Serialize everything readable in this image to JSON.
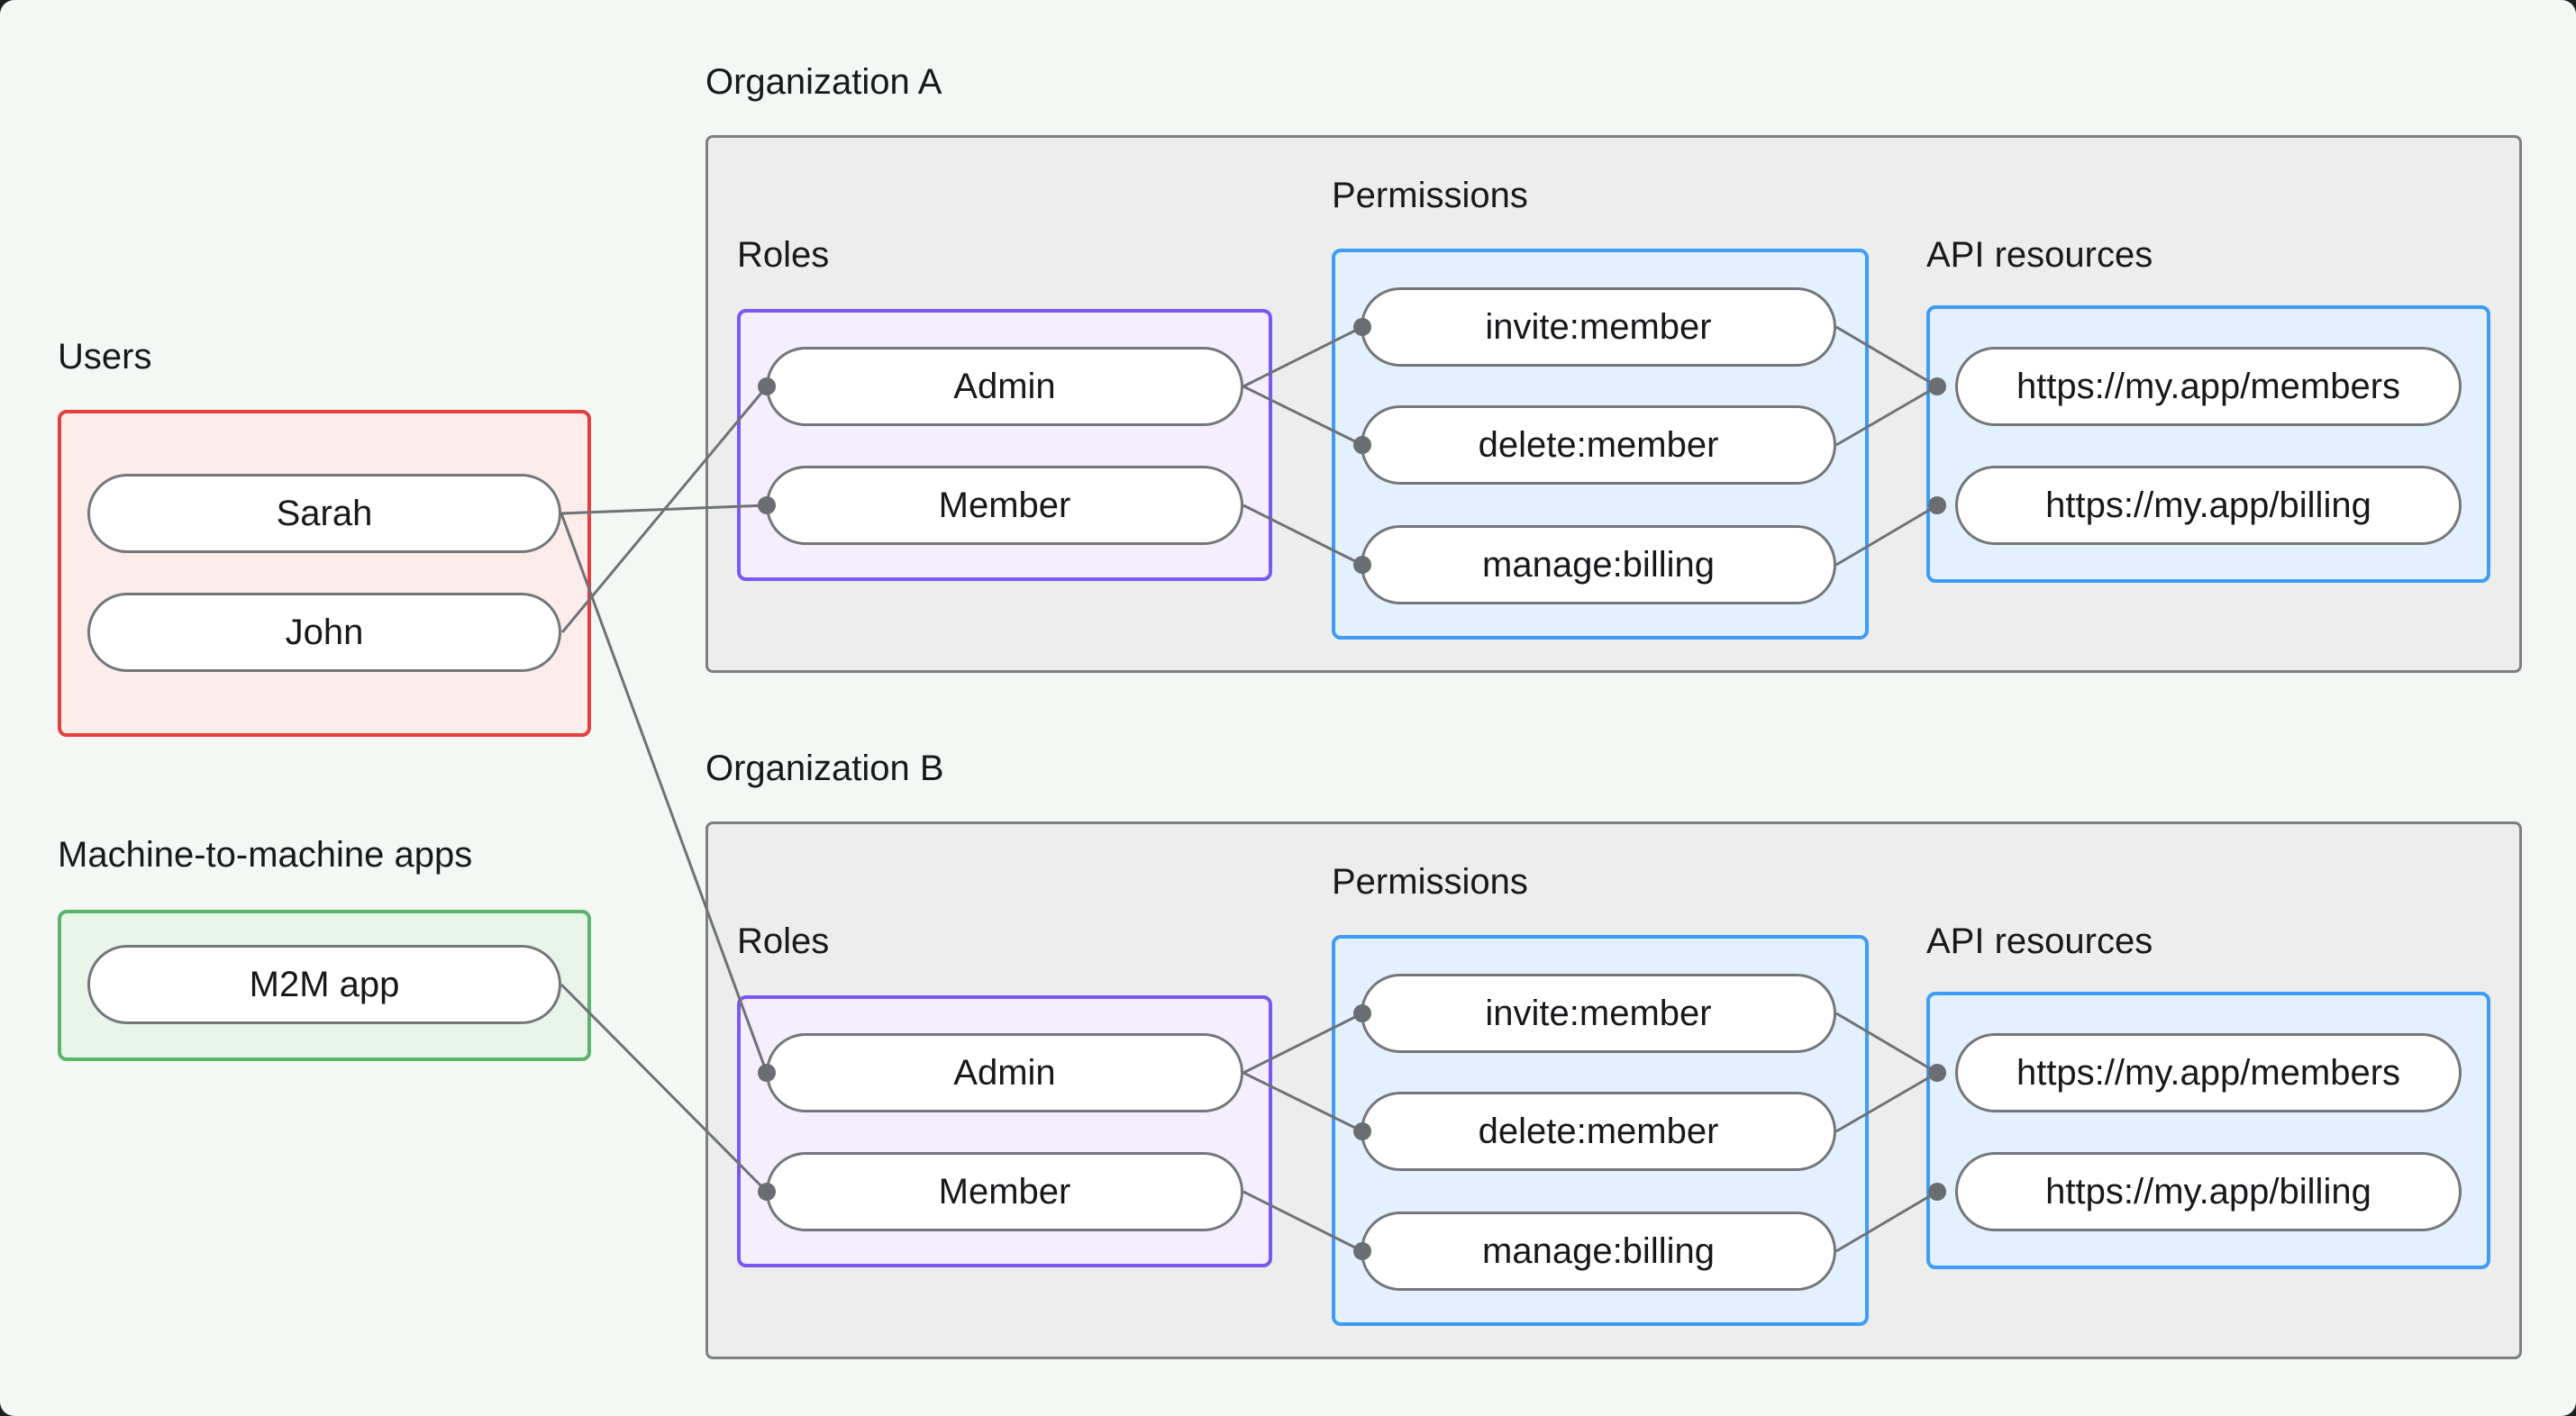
{
  "users": {
    "label": "Users",
    "items": [
      "Sarah",
      "John"
    ]
  },
  "m2m": {
    "label": "Machine-to-machine apps",
    "items": [
      "M2M app"
    ]
  },
  "org_a": {
    "label": "Organization A",
    "roles": {
      "label": "Roles",
      "items": [
        "Admin",
        "Member"
      ]
    },
    "permissions": {
      "label": "Permissions",
      "items": [
        "invite:member",
        "delete:member",
        "manage:billing"
      ]
    },
    "api_resources": {
      "label": "API resources",
      "items": [
        "https://my.app/members",
        "https://my.app/billing"
      ]
    }
  },
  "org_b": {
    "label": "Organization B",
    "roles": {
      "label": "Roles",
      "items": [
        "Admin",
        "Member"
      ]
    },
    "permissions": {
      "label": "Permissions",
      "items": [
        "invite:member",
        "delete:member",
        "manage:billing"
      ]
    },
    "api_resources": {
      "label": "API resources",
      "items": [
        "https://my.app/members",
        "https://my.app/billing"
      ]
    }
  },
  "edges": [
    {
      "from": "Sarah",
      "to": "Organization A / Member"
    },
    {
      "from": "John",
      "to": "Organization A / Admin"
    },
    {
      "from": "Sarah",
      "to": "Organization B / Admin"
    },
    {
      "from": "M2M app",
      "to": "Organization B / Member"
    },
    {
      "from": "Organization A / Admin",
      "to": "Organization A / invite:member"
    },
    {
      "from": "Organization A / Admin",
      "to": "Organization A / delete:member"
    },
    {
      "from": "Organization A / Member",
      "to": "Organization A / manage:billing"
    },
    {
      "from": "Organization A / invite:member",
      "to": "Organization A / https://my.app/members"
    },
    {
      "from": "Organization A / delete:member",
      "to": "Organization A / https://my.app/members"
    },
    {
      "from": "Organization A / manage:billing",
      "to": "Organization A / https://my.app/billing"
    },
    {
      "from": "Organization B / Admin",
      "to": "Organization B / invite:member"
    },
    {
      "from": "Organization B / Admin",
      "to": "Organization B / delete:member"
    },
    {
      "from": "Organization B / Member",
      "to": "Organization B / manage:billing"
    },
    {
      "from": "Organization B / invite:member",
      "to": "Organization B / https://my.app/members"
    },
    {
      "from": "Organization B / delete:member",
      "to": "Organization B / https://my.app/members"
    },
    {
      "from": "Organization B / manage:billing",
      "to": "Organization B / https://my.app/billing"
    }
  ],
  "colors": {
    "page_background": "#f5f7f5",
    "users_border": "#e0403e",
    "users_fill": "#fcecea",
    "m2m_border": "#5cb46a",
    "m2m_fill": "#e9f5e9",
    "org_border": "#7d8083",
    "org_fill": "#ededed",
    "roles_border": "#7a58f1",
    "roles_fill": "#f4eefd",
    "permissions_border": "#3f9cf6",
    "permissions_fill": "#e2f1fd",
    "connector": "#6f7275",
    "node_border": "#73767a",
    "text": "#17191c"
  }
}
